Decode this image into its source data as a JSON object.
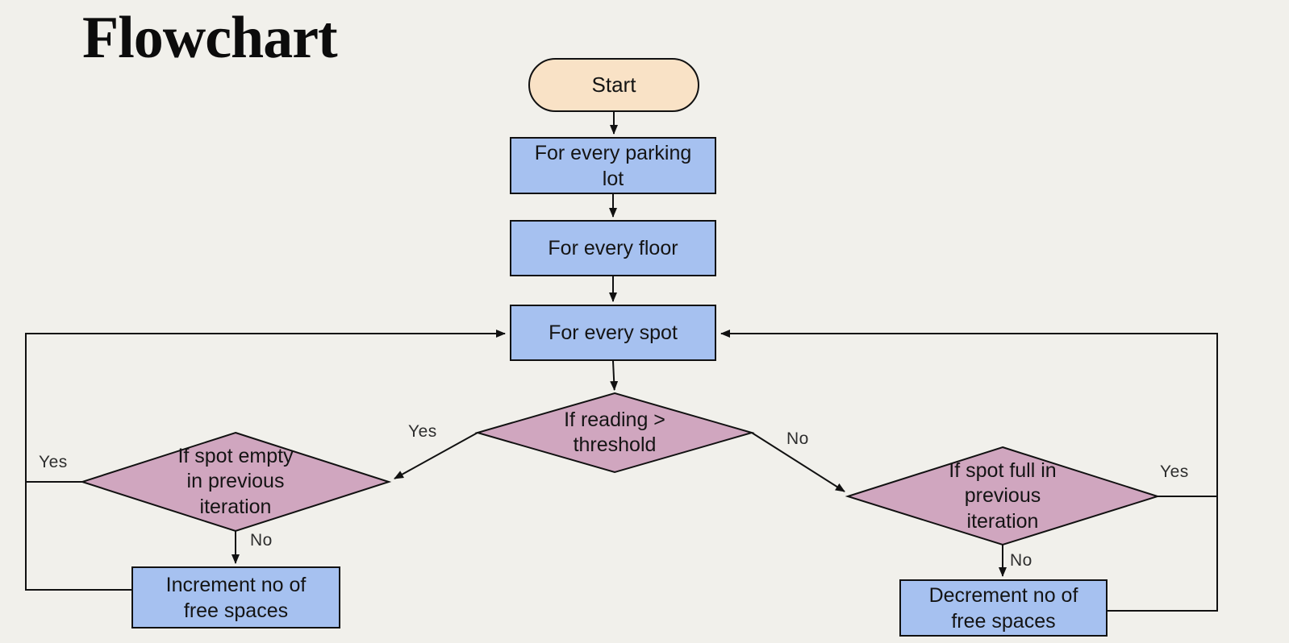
{
  "title": "Flowchart",
  "colors": {
    "background": "#f1f0eb",
    "terminal_fill": "#f9e2c6",
    "process_fill": "#a6c1f0",
    "decision_fill": "#d0a6bf",
    "stroke": "#111111"
  },
  "nodes": {
    "start": "Start",
    "for_every_parking_lot": "For every parking\nlot",
    "for_every_floor": "For every floor",
    "for_every_spot": "For every spot",
    "if_reading_gt_threshold": "If reading >\nthreshold",
    "if_spot_empty": "If spot empty\nin previous\niteration",
    "if_spot_full": "If spot full in\nprevious\niteration",
    "increment_free_spaces": "Increment no of\nfree spaces",
    "decrement_free_spaces": "Decrement no of\nfree spaces"
  },
  "edge_labels": {
    "center_left_yes": "Yes",
    "center_right_no": "No",
    "left_outer_yes": "Yes",
    "left_bottom_no": "No",
    "right_outer_yes": "Yes",
    "right_bottom_no": "No"
  }
}
